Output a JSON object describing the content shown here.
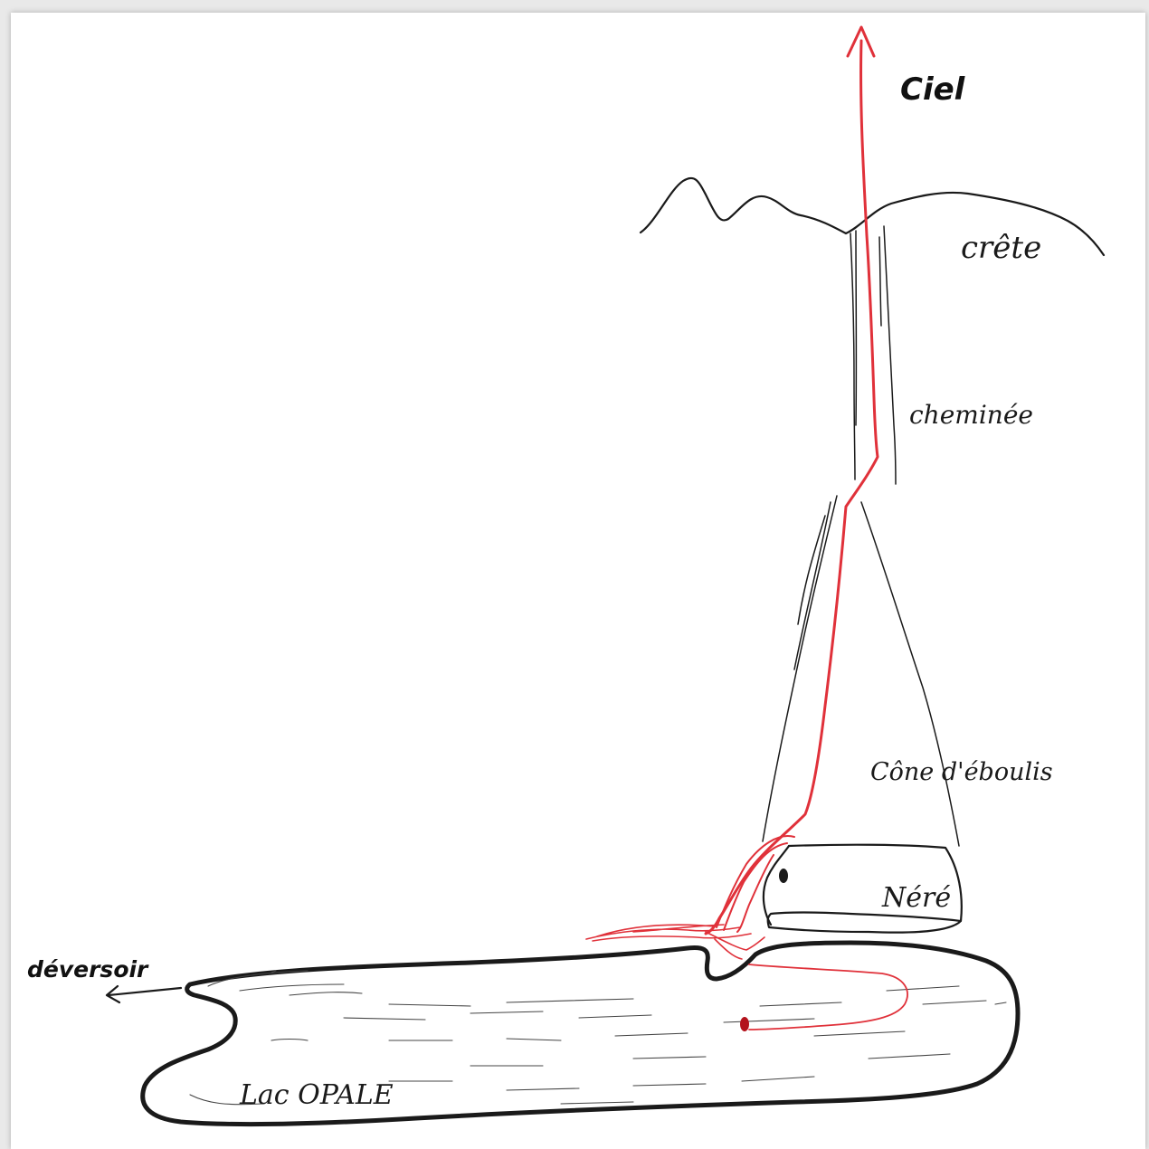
{
  "labels": {
    "ciel": "Ciel",
    "crete": "crête",
    "cheminee": "cheminée",
    "cone": "Cône d'éboulis",
    "nere": "Néré",
    "deversoir": "déversoir",
    "lac": "Lac OPALE"
  },
  "colors": {
    "ink": "#1a1a1a",
    "route": "#e0313a",
    "route_dark": "#b3121c"
  }
}
